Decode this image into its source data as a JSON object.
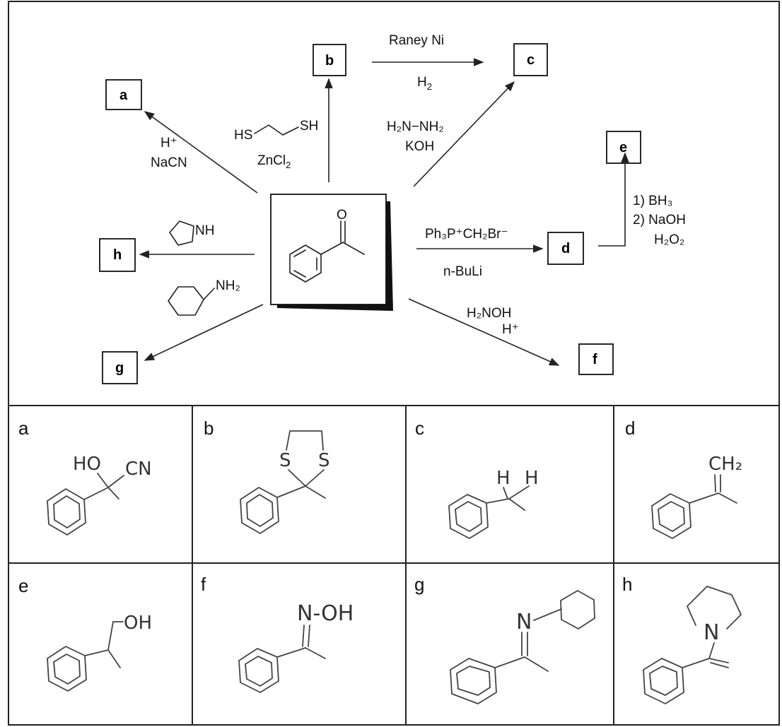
{
  "products": {
    "a": "a",
    "b": "b",
    "c": "c",
    "d": "d",
    "e": "e",
    "f": "f",
    "g": "g",
    "h": "h"
  },
  "reagents": {
    "a_line1": "H⁺",
    "a_line2": "NaCN",
    "b_thiol_left": "HS",
    "b_thiol_right": "SH",
    "b_catalyst": "ZnCl",
    "b_catalyst_sub": "2",
    "bc_top": "Raney Ni",
    "bc_bottom": "H",
    "bc_bottom_sub": "2",
    "c_line1": "H₂N−NH₂",
    "c_line2": "KOH",
    "d_line1": "Ph₃P⁺CH₂Br⁻",
    "d_line2": "n-BuLi",
    "e_line1": "1) BH₃",
    "e_line2": "2)  NaOH",
    "e_line3": "H₂O₂",
    "f_line1": "H₂NOH",
    "f_line2": "H⁺",
    "h_amine": "NH",
    "g_amine": "NH₂",
    "start_carbonyl": "O"
  },
  "answers": {
    "a": {
      "label": "a",
      "left": "HO",
      "right": "CN"
    },
    "b": {
      "label": "b",
      "s1": "S",
      "s2": "S"
    },
    "c": {
      "label": "c",
      "h1": "H",
      "h2": "H"
    },
    "d": {
      "label": "d",
      "group": "CH₂"
    },
    "e": {
      "label": "e",
      "group": "OH"
    },
    "f": {
      "label": "f",
      "group": "N-OH"
    },
    "g": {
      "label": "g",
      "n": "N"
    },
    "h": {
      "label": "h",
      "n": "N"
    }
  }
}
